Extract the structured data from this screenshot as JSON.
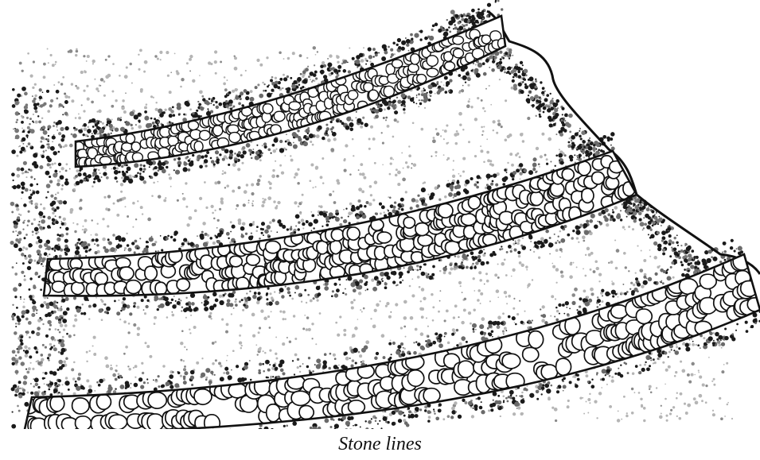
{
  "figure": {
    "caption": "Stone lines",
    "bands": [
      "upper-stone-line",
      "middle-stone-line",
      "lower-stone-line"
    ],
    "colors": {
      "ink": "#111111",
      "stipple_dark": "#1a1a1a",
      "stipple_light": "#9a9a9a",
      "paper": "#ffffff"
    }
  }
}
